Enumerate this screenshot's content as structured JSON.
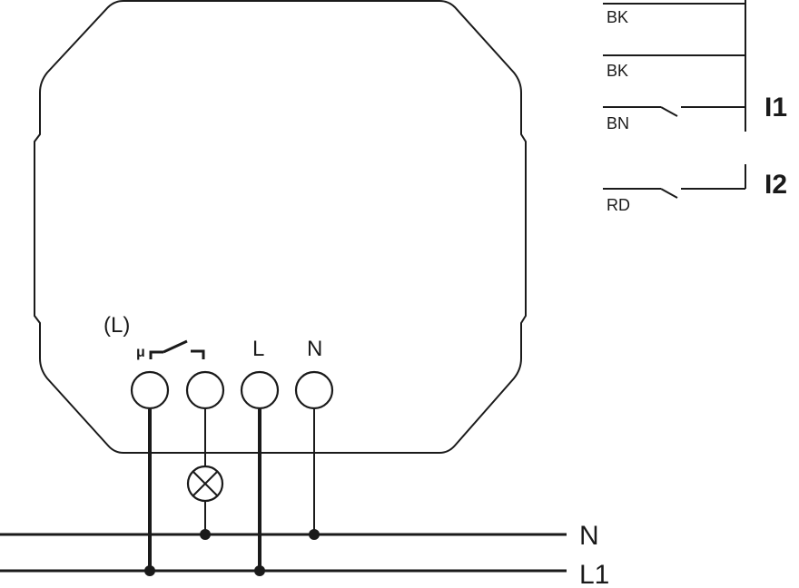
{
  "terminals": {
    "l_paren_label": "(L)",
    "mu_label": "μ",
    "l_label": "L",
    "n_label": "N"
  },
  "lines": {
    "n_label": "N",
    "l1_label": "L1"
  },
  "wires": {
    "bk1_label": "BK",
    "bk2_label": "BK",
    "bn_label": "BN",
    "rd_label": "RD"
  },
  "inputs": {
    "i1_label": "I1",
    "i2_label": "I2"
  }
}
